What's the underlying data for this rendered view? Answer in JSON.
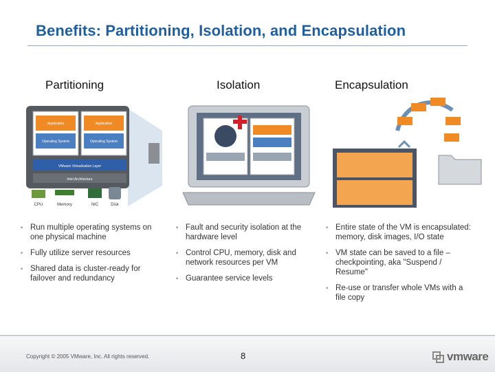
{
  "slide": {
    "title": "Benefits: Partitioning, Isolation, and Encapsulation",
    "page_number": "8",
    "copyright": "Copyright © 2005 VMware, Inc. All rights reserved.",
    "logo_text": "vmware"
  },
  "columns": [
    {
      "heading": "Partitioning",
      "diagram": {
        "app_label": "Application",
        "os_label": "Operating System",
        "layer_label": "VMware Virtualization Layer",
        "arch_label": "Intel Architecture",
        "hw_labels": [
          "CPU",
          "Memory",
          "NIC",
          "Disk"
        ]
      },
      "bullets": [
        "Run multiple operating systems on one physical machine",
        "Fully utilize server resources",
        "Shared data is cluster-ready for failover and redundancy"
      ]
    },
    {
      "heading": "Isolation",
      "bullets": [
        "Fault and security isolation at the hardware level",
        "Control CPU, memory, disk and network resources per VM",
        "Guarantee service levels"
      ]
    },
    {
      "heading": "Encapsulation",
      "bullets": [
        "Entire state of the VM is encapsulated: memory, disk images, I/O state",
        "VM state can be saved to a file – checkpointing, aka \"Suspend / Resume\"",
        "Re-use or transfer whole VMs with a file copy"
      ]
    }
  ],
  "colors": {
    "title": "#1f5fa0",
    "accent_orange": "#f08a24",
    "vm_blue": "#4a7fc1",
    "layer_blue": "#2e5fa8",
    "arch_gray": "#5a5a5a"
  }
}
